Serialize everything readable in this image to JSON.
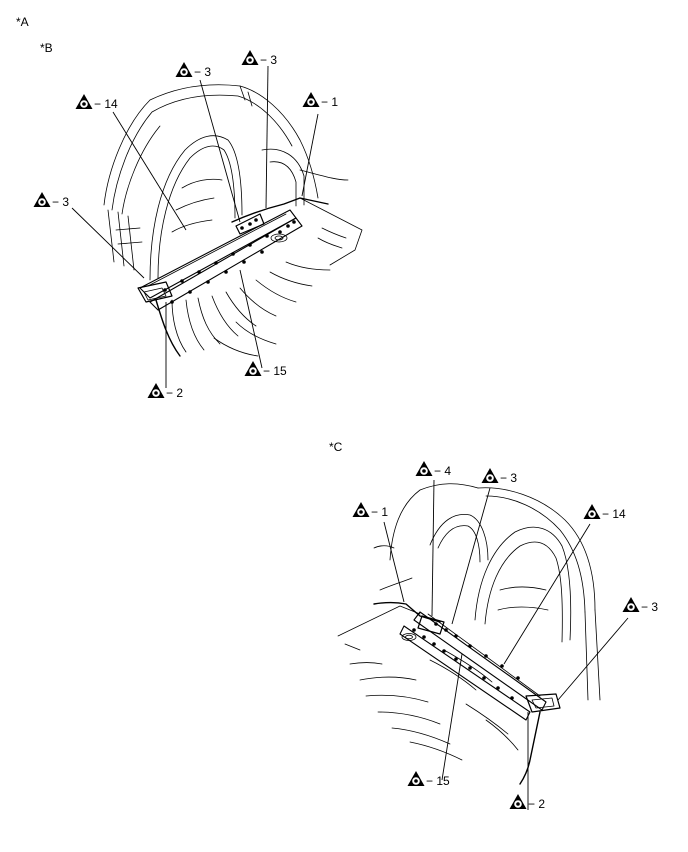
{
  "views": [
    {
      "id": "A",
      "label": "*A"
    },
    {
      "id": "B",
      "label": "*B"
    },
    {
      "id": "C",
      "label": "*C"
    }
  ],
  "callouts_B": [
    {
      "num": "− 3"
    },
    {
      "num": "− 3"
    },
    {
      "num": "− 14"
    },
    {
      "num": "− 1"
    },
    {
      "num": "− 3"
    },
    {
      "num": "− 2"
    },
    {
      "num": "− 15"
    }
  ],
  "callouts_C": [
    {
      "num": "− 4"
    },
    {
      "num": "− 3"
    },
    {
      "num": "− 1"
    },
    {
      "num": "− 14"
    },
    {
      "num": "− 3"
    },
    {
      "num": "− 15"
    },
    {
      "num": "− 2"
    }
  ]
}
